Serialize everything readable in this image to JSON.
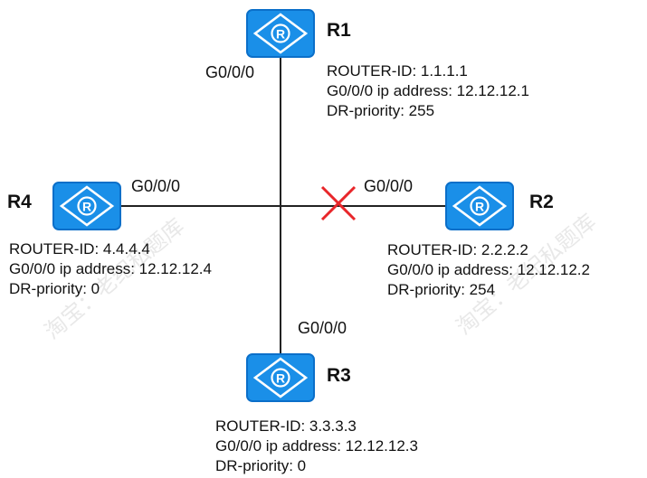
{
  "routers": {
    "r1": {
      "name": "R1",
      "router_id": "ROUTER-ID: 1.1.1.1",
      "ip": "G0/0/0 ip address: 12.12.12.1",
      "priority": "DR-priority: 255",
      "interface": "G0/0/0"
    },
    "r2": {
      "name": "R2",
      "router_id": "ROUTER-ID: 2.2.2.2",
      "ip": "G0/0/0 ip address: 12.12.12.2",
      "priority": "DR-priority: 254",
      "interface": "G0/0/0"
    },
    "r3": {
      "name": "R3",
      "router_id": "ROUTER-ID: 3.3.3.3",
      "ip": "G0/0/0 ip address: 12.12.12.3",
      "priority": "DR-priority: 0",
      "interface": "G0/0/0"
    },
    "r4": {
      "name": "R4",
      "router_id": "ROUTER-ID: 4.4.4.4",
      "ip": "G0/0/0 ip address: 12.12.12.4",
      "priority": "DR-priority: 0",
      "interface": "G0/0/0"
    }
  },
  "router_icon_letter": "R",
  "icon_name": "router-icon",
  "colors": {
    "router_fill": "#1a8fe8",
    "router_dark": "#0b6fc9",
    "link": "#222222",
    "fault_mark": "#e8262a"
  },
  "watermark": {
    "text": "淘宝：老纪私题库"
  }
}
